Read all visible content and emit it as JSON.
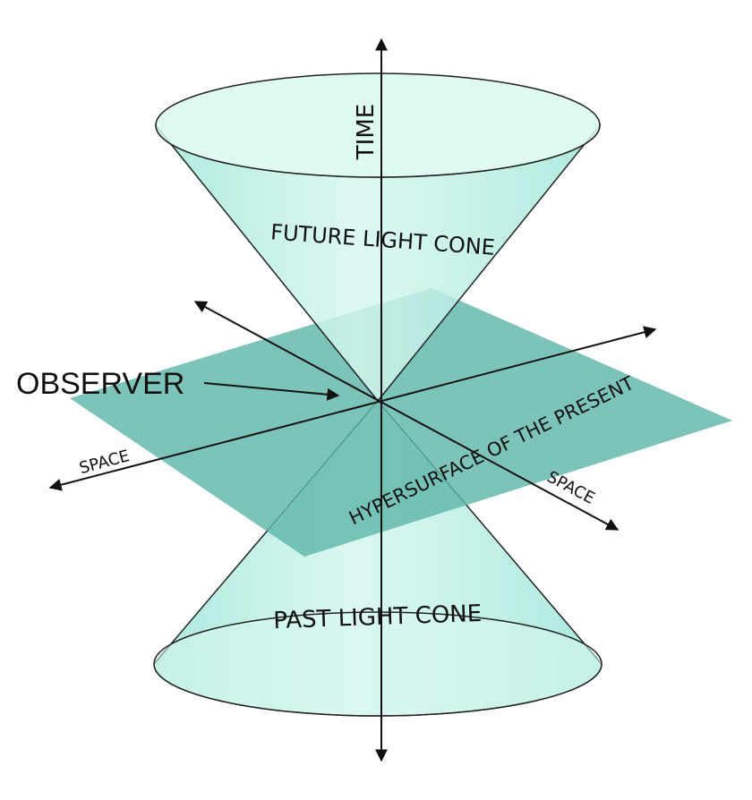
{
  "labels": {
    "time": "TIME",
    "future_cone": "FUTURE LIGHT CONE",
    "past_cone": "PAST LIGHT CONE",
    "observer": "OBSERVER",
    "hypersurface": "HYPERSURFACE OF THE PRESENT",
    "space_left": "SPACE",
    "space_right": "SPACE"
  },
  "colors": {
    "cone_fill": "#bff3e8",
    "cone_rim": "#d9f8f1",
    "plane_fill": "#5fb7aa",
    "outline": "#222222",
    "axis": "#111111"
  }
}
